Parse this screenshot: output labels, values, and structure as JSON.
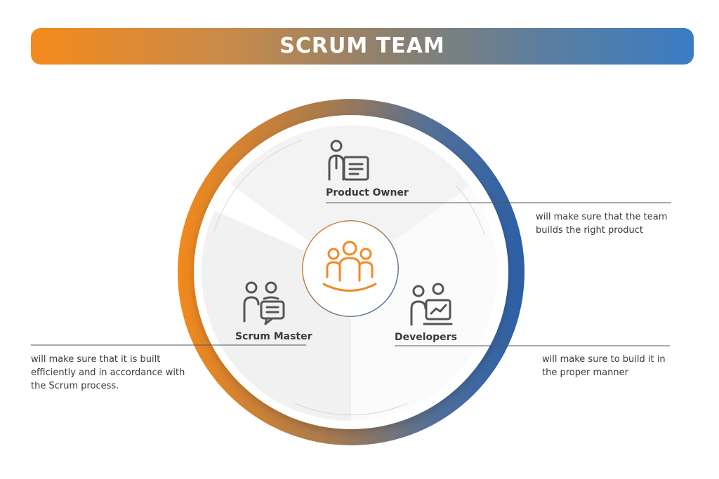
{
  "title": "SCRUM TEAM",
  "roles": [
    {
      "name": "Product Owner",
      "icon": "person-with-document-icon",
      "description": "will make sure that the team builds the right product"
    },
    {
      "name": "Scrum Master",
      "icon": "two-people-speech-bubble-icon",
      "description": "will make sure that it is built efficiently and in accordance with the Scrum process."
    },
    {
      "name": "Developers",
      "icon": "person-with-chart-monitor-icon",
      "description": "will make sure to build it in the proper manner"
    }
  ],
  "center_icon": "team-group-icon",
  "colors": {
    "orange": "#f48a1c",
    "blue": "#2f63a8",
    "text": "#3a3a3a",
    "line": "#555555"
  }
}
